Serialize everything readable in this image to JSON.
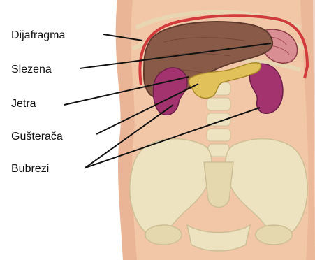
{
  "labels": {
    "diaphragm": "Dijafragma",
    "spleen": "Slezena",
    "liver": "Jetra",
    "pancreas": "Gušterača",
    "kidneys": "Bubrezi"
  },
  "colors": {
    "skin": "#f2c7a8",
    "skin_shadow": "#e3a98a",
    "bone": "#eee3c1",
    "bone_shade": "#cdbf95",
    "liver": "#8a5a48",
    "liver_dark": "#5f3a2d",
    "diaphragm": "#d23b3b",
    "spleen": "#d98e94",
    "kidney": "#a2336e",
    "pancreas": "#e1c25a",
    "leader_line": "#111111"
  }
}
